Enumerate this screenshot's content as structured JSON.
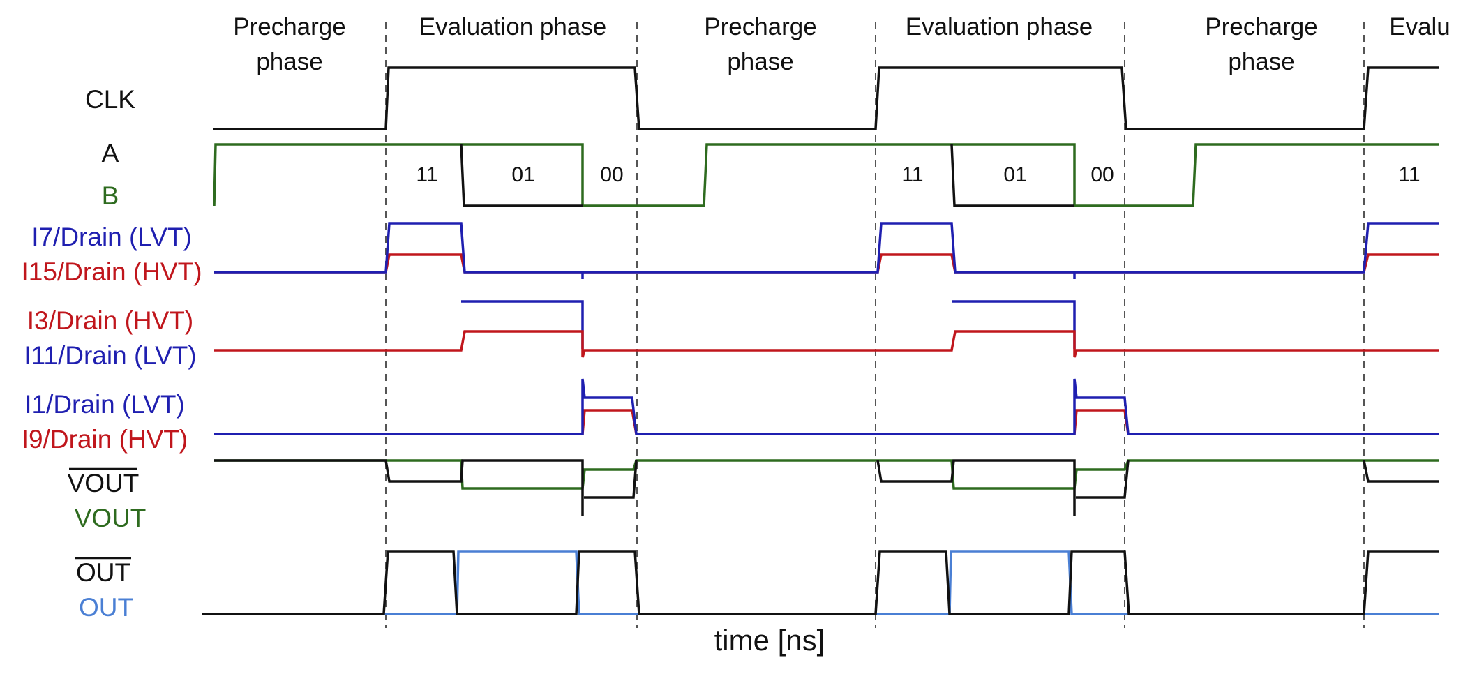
{
  "colors": {
    "black": "#111111",
    "green": "#2e6b1f",
    "blue": "#1f1fb0",
    "red": "#c0161c",
    "light_blue": "#4a7fd4",
    "dash": "#555555"
  },
  "phases": [
    {
      "line1": "Precharge",
      "line2": "phase"
    },
    {
      "line1": "Evaluation phase",
      "line2": ""
    },
    {
      "line1": "Precharge",
      "line2": "phase"
    },
    {
      "line1": "Evaluation phase",
      "line2": ""
    },
    {
      "line1": "Precharge",
      "line2": "phase"
    },
    {
      "line1": "Evalu",
      "line2": ""
    }
  ],
  "signal_labels": {
    "clk": "CLK",
    "a": "A",
    "b": "B",
    "i7": "I7/Drain (LVT)",
    "i15": "I15/Drain (HVT)",
    "i3": "I3/Drain (HVT)",
    "i11": "I11/Drain (LVT)",
    "i1": "I1/Drain (LVT)",
    "i9": "I9/Drain (HVT)",
    "vout_bar": "VOUT",
    "vout": "VOUT",
    "out_bar": "OUT",
    "out": "OUT"
  },
  "input_codes": [
    "11",
    "01",
    "00",
    "11",
    "01",
    "00",
    "11"
  ],
  "x_axis_label": "time [ns]"
}
